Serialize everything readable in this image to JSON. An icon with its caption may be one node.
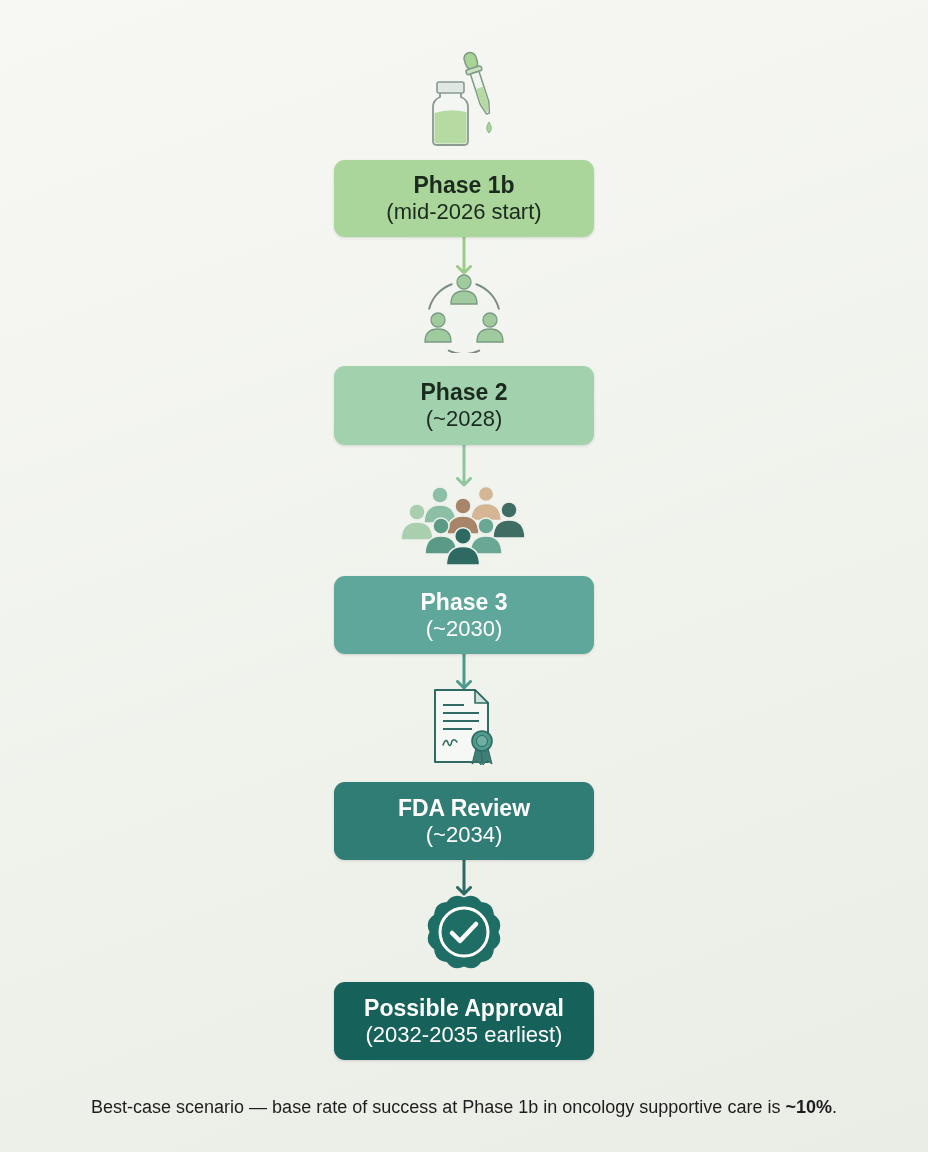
{
  "diagram": {
    "nodes": [
      {
        "text": [],
        "shape": "picture"
      },
      {
        "text": [
          "Phase 1b",
          "(mid-2026 start)"
        ]
      },
      {
        "text": [],
        "shape": "picture"
      },
      {
        "text": [
          "Phase 2",
          "(~2028)"
        ]
      },
      {
        "text": [],
        "shape": "picture"
      },
      {
        "text": [
          "Phase 3",
          "(~2030)"
        ]
      },
      {
        "text": [],
        "shape": "picture"
      },
      {
        "text": [
          "FDA Review",
          "(~2034)"
        ]
      },
      {
        "text": [],
        "shape": "picture"
      },
      {
        "text": [
          "Possible Approval",
          "(2032-2035 earliest)"
        ]
      }
    ],
    "edges": [
      {
        "from": 1,
        "to": 2,
        "arrow": "to",
        "color": "#9ccc8a"
      },
      {
        "from": 3,
        "to": 4,
        "arrow": "to",
        "color": "#8fc6a0"
      },
      {
        "from": 5,
        "to": 6,
        "arrow": "to",
        "color": "#4f9a8c"
      },
      {
        "from": 7,
        "to": 8,
        "arrow": "to",
        "color": "#2a6a63"
      }
    ],
    "caption": "Best-case scenario — base rate of success at Phase 1b in oncology supportive care is **~10%**."
  }
}
